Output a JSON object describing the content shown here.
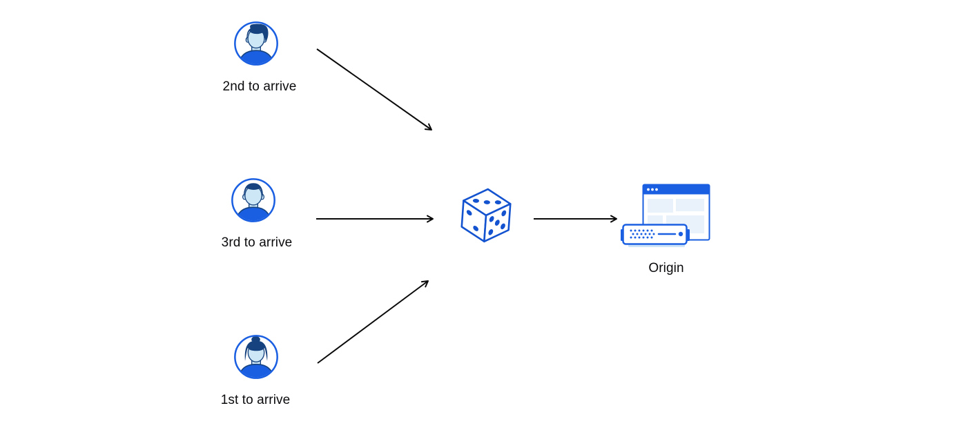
{
  "diagram": {
    "users": [
      {
        "label": "2nd to arrive",
        "icon": "male-avatar-quiff-icon"
      },
      {
        "label": "3rd to arrive",
        "icon": "male-avatar-short-hair-icon"
      },
      {
        "label": "1st to arrive",
        "icon": "female-avatar-bun-icon"
      }
    ],
    "router": {
      "icon": "dice-icon"
    },
    "origin": {
      "label": "Origin",
      "icon": "origin-server-browser-icon"
    },
    "arrows": [
      {
        "from": "2nd to arrive",
        "to": "dice"
      },
      {
        "from": "3rd to arrive",
        "to": "dice"
      },
      {
        "from": "1st to arrive",
        "to": "dice"
      },
      {
        "from": "dice",
        "to": "Origin"
      }
    ]
  },
  "colors": {
    "accent_blue": "#1a5fe2",
    "deep_blue": "#1453cf",
    "navy": "#16437f",
    "light_blue": "#cde7f6",
    "pale_blue": "#e9f2fb",
    "server_base_blue": "#cfe4f6",
    "arrow_black": "#0a0a0a",
    "text_black": "#0b0b0e",
    "background": "#ffffff"
  }
}
